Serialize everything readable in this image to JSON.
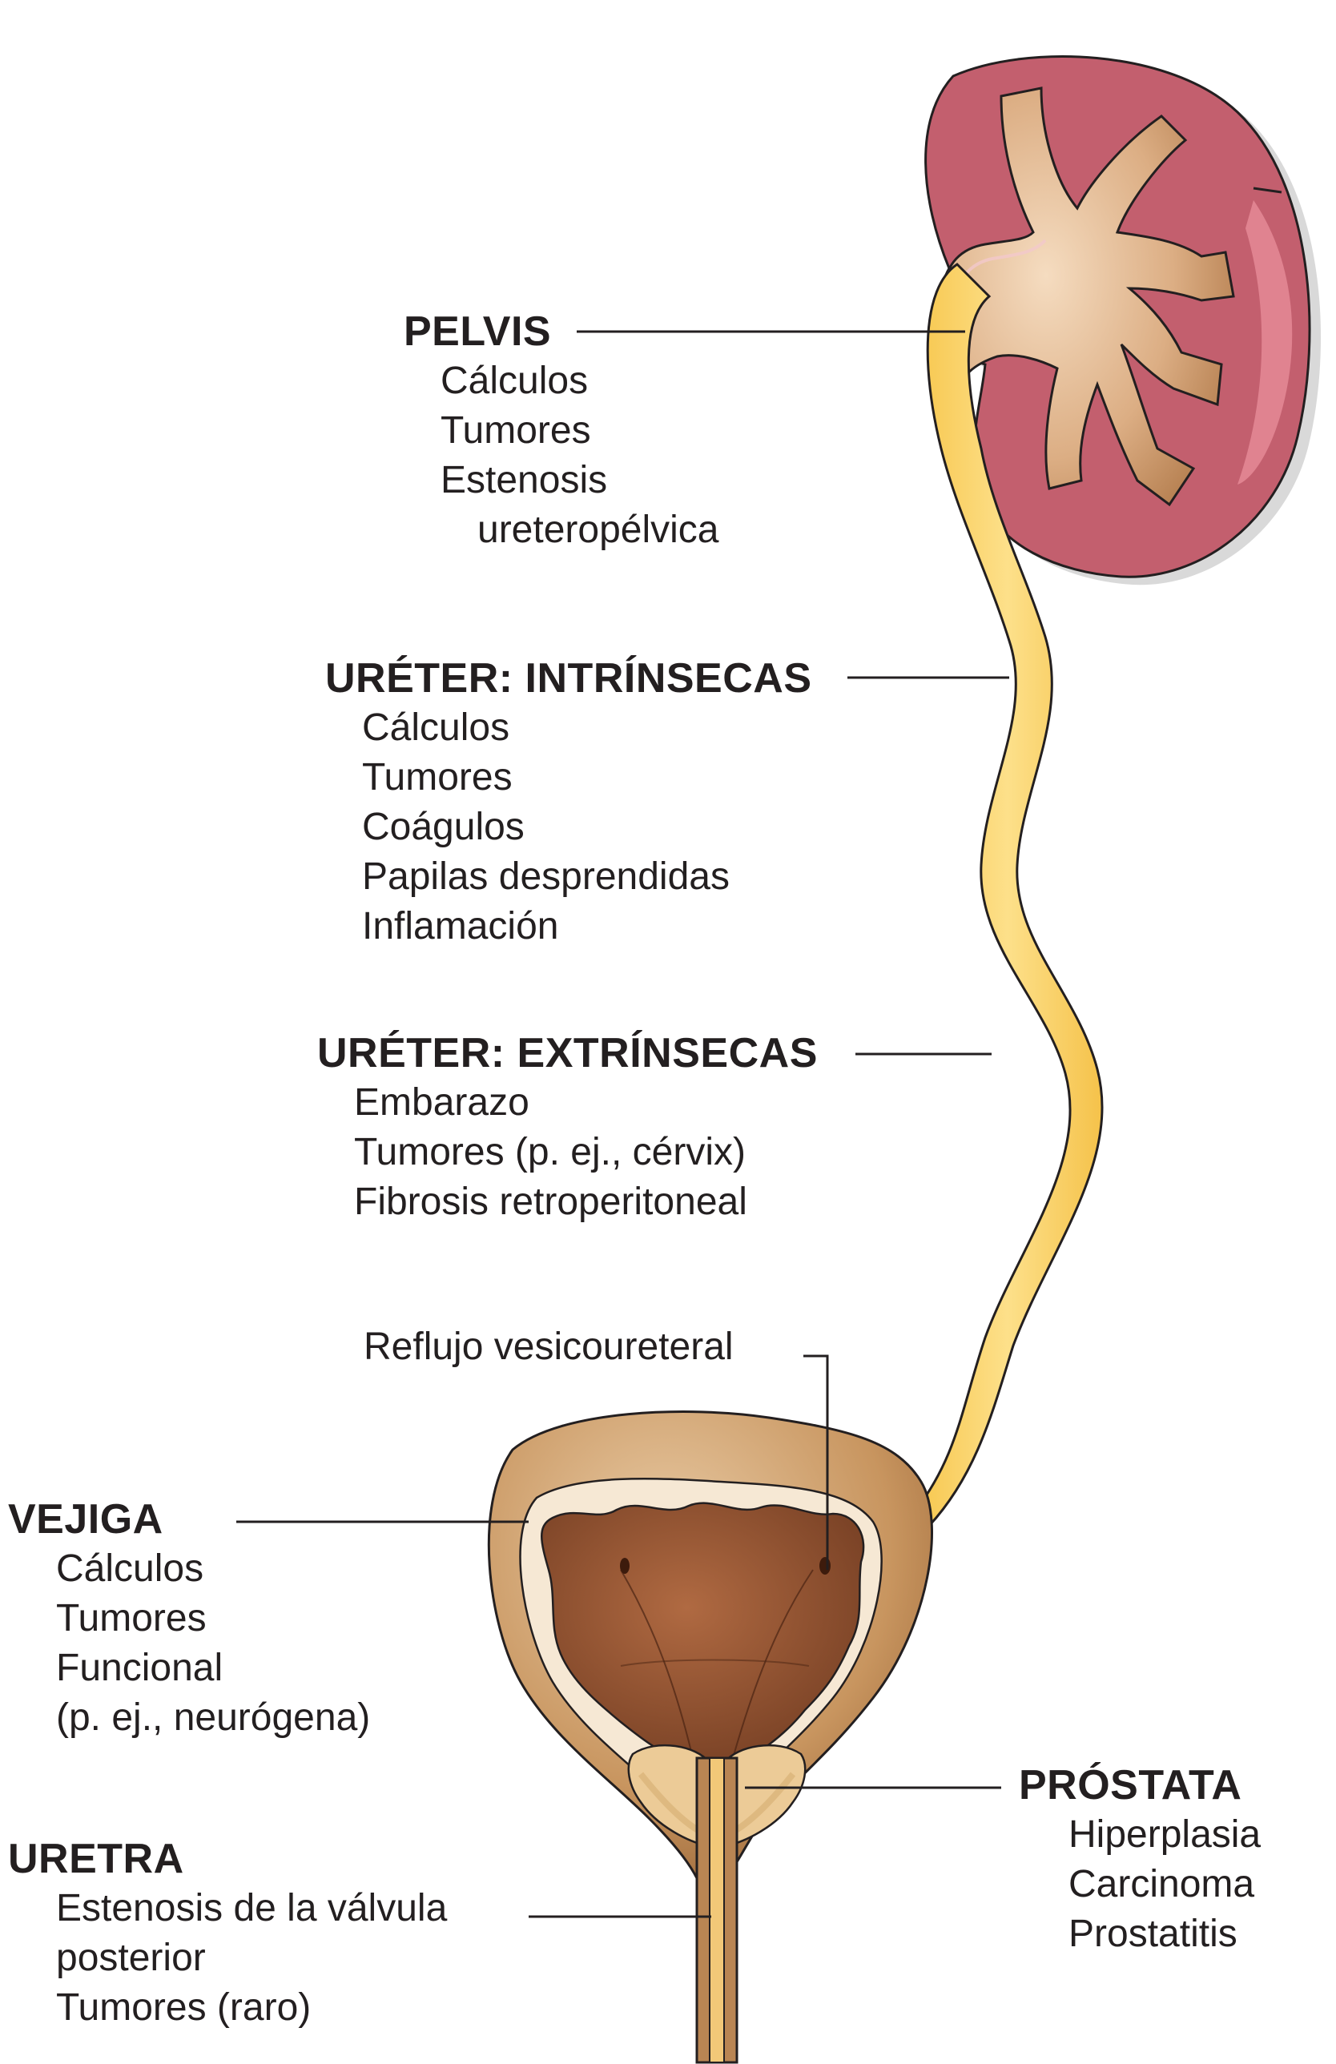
{
  "colors": {
    "kidney_cortex": "#c35f6e",
    "kidney_cortex_highlight": "#e58a96",
    "renal_pelvis": "#e9c3a3",
    "renal_pelvis_dark": "#b37b4c",
    "ureter": "#fbd46d",
    "bladder_wall": "#b98553",
    "bladder_wall_light": "#e4c29c",
    "bladder_lumen": "#9b5a39",
    "bladder_lining": "#f6e8d4",
    "prostate": "#eccb97",
    "urethra": "#f2c878",
    "outline": "#231f20",
    "text": "#231f20"
  },
  "pelvis": {
    "heading": "PELVIS",
    "items": [
      "Cálculos",
      "Tumores",
      "Estenosis",
      "ureteropélvica"
    ]
  },
  "ureter_intrinsic": {
    "heading": "URÉTER: INTRÍNSECAS",
    "items": [
      "Cálculos",
      "Tumores",
      "Coágulos",
      "Papilas desprendidas",
      "Inflamación"
    ]
  },
  "ureter_extrinsic": {
    "heading": "URÉTER: EXTRÍNSECAS",
    "items": [
      "Embarazo",
      "Tumores (p. ej., cérvix)",
      "Fibrosis retroperitoneal"
    ]
  },
  "reflux": {
    "label": "Reflujo vesicoureteral"
  },
  "bladder": {
    "heading": "VEJIGA",
    "items": [
      "Cálculos",
      "Tumores",
      "Funcional",
      "(p. ej., neurógena)"
    ]
  },
  "prostate": {
    "heading": "PRÓSTATA",
    "items": [
      "Hiperplasia",
      "Carcinoma",
      "Prostatitis"
    ]
  },
  "urethra": {
    "heading": "URETRA",
    "items": [
      "Estenosis de la válvula",
      "posterior",
      "Tumores (raro)"
    ]
  }
}
